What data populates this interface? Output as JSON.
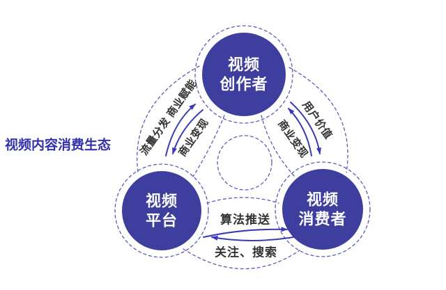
{
  "title": "视频内容消费生态",
  "colors": {
    "background": "#FFFFFF",
    "node_fill": "#3E3E9E",
    "node_text": "#FFFFFF",
    "dashed_outline": "#5B5BB7",
    "arrow": "#3A3AB5",
    "edge_label": "#333333",
    "title_text": "#3232AD"
  },
  "nodes": {
    "creator": {
      "line1": "视频",
      "line2": "创作者"
    },
    "platform": {
      "line1": "视频",
      "line2": "平台"
    },
    "consumer": {
      "line1": "视频",
      "line2": "消费者"
    }
  },
  "edges": {
    "platform_creator": {
      "to_creator_label": "流量分发 商业赋能",
      "to_platform_label": "商业变现"
    },
    "creator_consumer": {
      "to_consumer_label": "用户价值",
      "to_creator_label": "商业变现"
    },
    "platform_consumer": {
      "to_consumer_label": "算法推送",
      "to_platform_label": "关注、搜索"
    }
  }
}
